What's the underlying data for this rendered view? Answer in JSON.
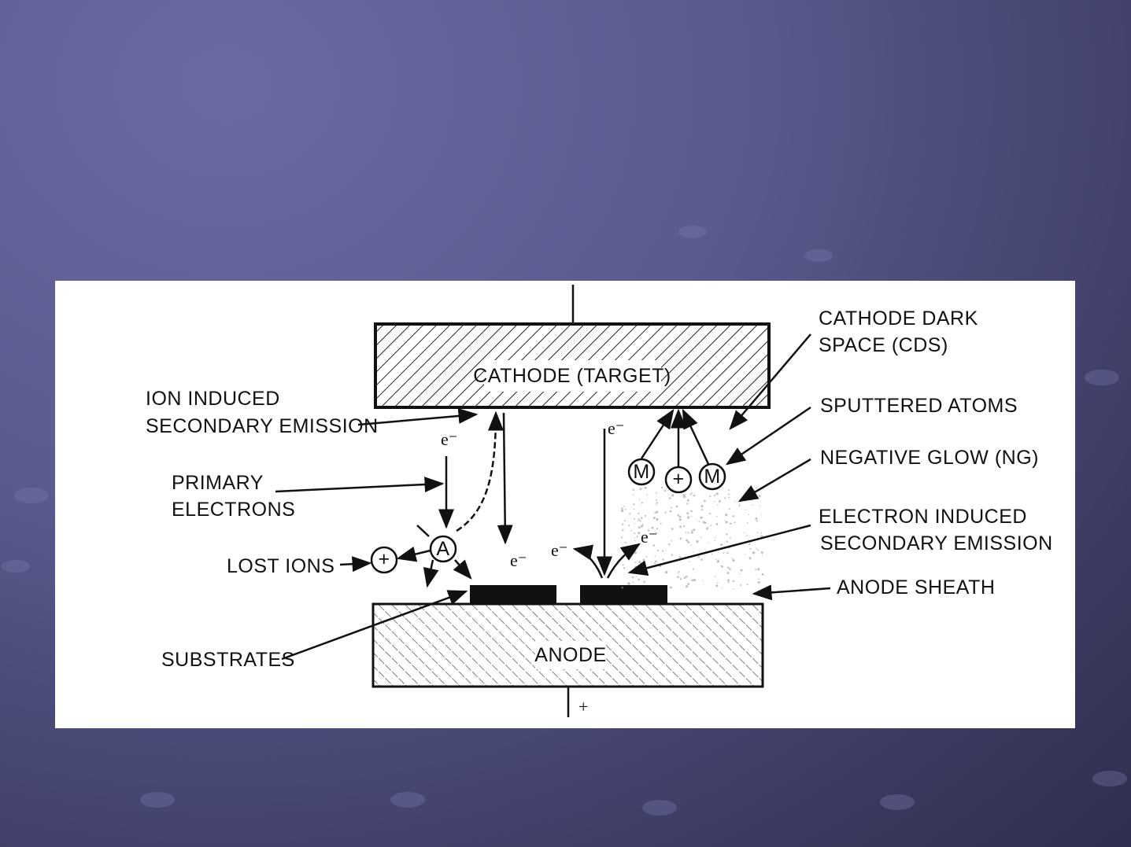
{
  "diagram": {
    "electrodes": {
      "cathode": "CATHODE (TARGET)",
      "anode": "ANODE",
      "anode_sign": "+"
    },
    "labels_left": {
      "ion_induced_1": "ION INDUCED",
      "ion_induced_2": "SECONDARY EMISSION",
      "primary_1": "PRIMARY",
      "primary_2": "ELECTRONS",
      "lost_ions": "LOST IONS",
      "substrates": "SUBSTRATES"
    },
    "labels_right": {
      "cds_1": "CATHODE DARK",
      "cds_2": "SPACE (CDS)",
      "sputtered": "SPUTTERED ATOMS",
      "glow": "NEGATIVE GLOW (NG)",
      "electron_induced_1": "ELECTRON INDUCED",
      "electron_induced_2": "SECONDARY EMISSION",
      "sheath": "ANODE SHEATH"
    },
    "particles": {
      "argon": "A",
      "ion": "+",
      "metal": "M",
      "electron": "e⁻"
    }
  }
}
